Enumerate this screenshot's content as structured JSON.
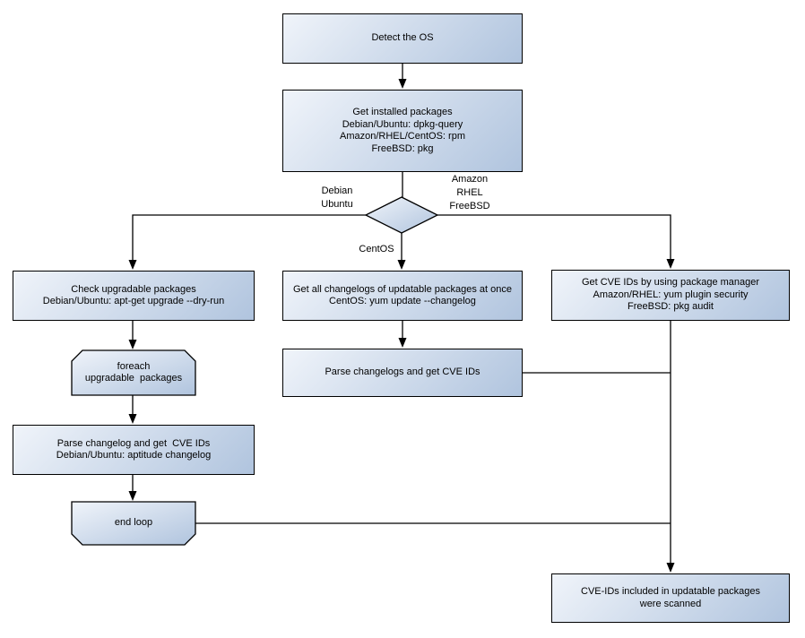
{
  "diagram": {
    "title": "OS package CVE scanning flowchart",
    "colors": {
      "node_gradient_start": "#f0f4fa",
      "node_gradient_end": "#b0c4de",
      "node_border": "#000000",
      "connector": "#000000",
      "text": "#000000",
      "background": "#ffffff"
    },
    "nodes": {
      "detect_os": {
        "label": "Detect the OS"
      },
      "get_installed_packages": {
        "label": "Get installed packages\nDebian/Ubuntu: dpkg-query\nAmazon/RHEL/CentOS: rpm\nFreeBSD: pkg"
      },
      "os_decision": {
        "label": ""
      },
      "check_upgradable": {
        "label": "Check upgradable packages\nDebian/Ubuntu: apt-get upgrade --dry-run"
      },
      "get_all_changelogs": {
        "label": "Get all changelogs of updatable packages at once\nCentOS: yum update --changelog"
      },
      "get_cve_ids_pkg_manager": {
        "label": "Get CVE IDs by using package manager\nAmazon/RHEL: yum plugin security\nFreeBSD: pkg audit"
      },
      "foreach_loop": {
        "label": "foreach\nupgradable  packages"
      },
      "parse_changelog": {
        "label": "Parse changelog and get  CVE IDs\nDebian/Ubuntu: aptitude changelog"
      },
      "end_loop": {
        "label": "end loop"
      },
      "parse_changelogs": {
        "label": "Parse changelogs and get CVE IDs"
      },
      "scan_result": {
        "label": "CVE-IDs included in updatable packages\nwere scanned"
      }
    },
    "edge_labels": {
      "left_branch": "Debian\nUbuntu",
      "right_branch": "Amazon\nRHEL\nFreeBSD",
      "down_branch": "CentOS"
    }
  }
}
